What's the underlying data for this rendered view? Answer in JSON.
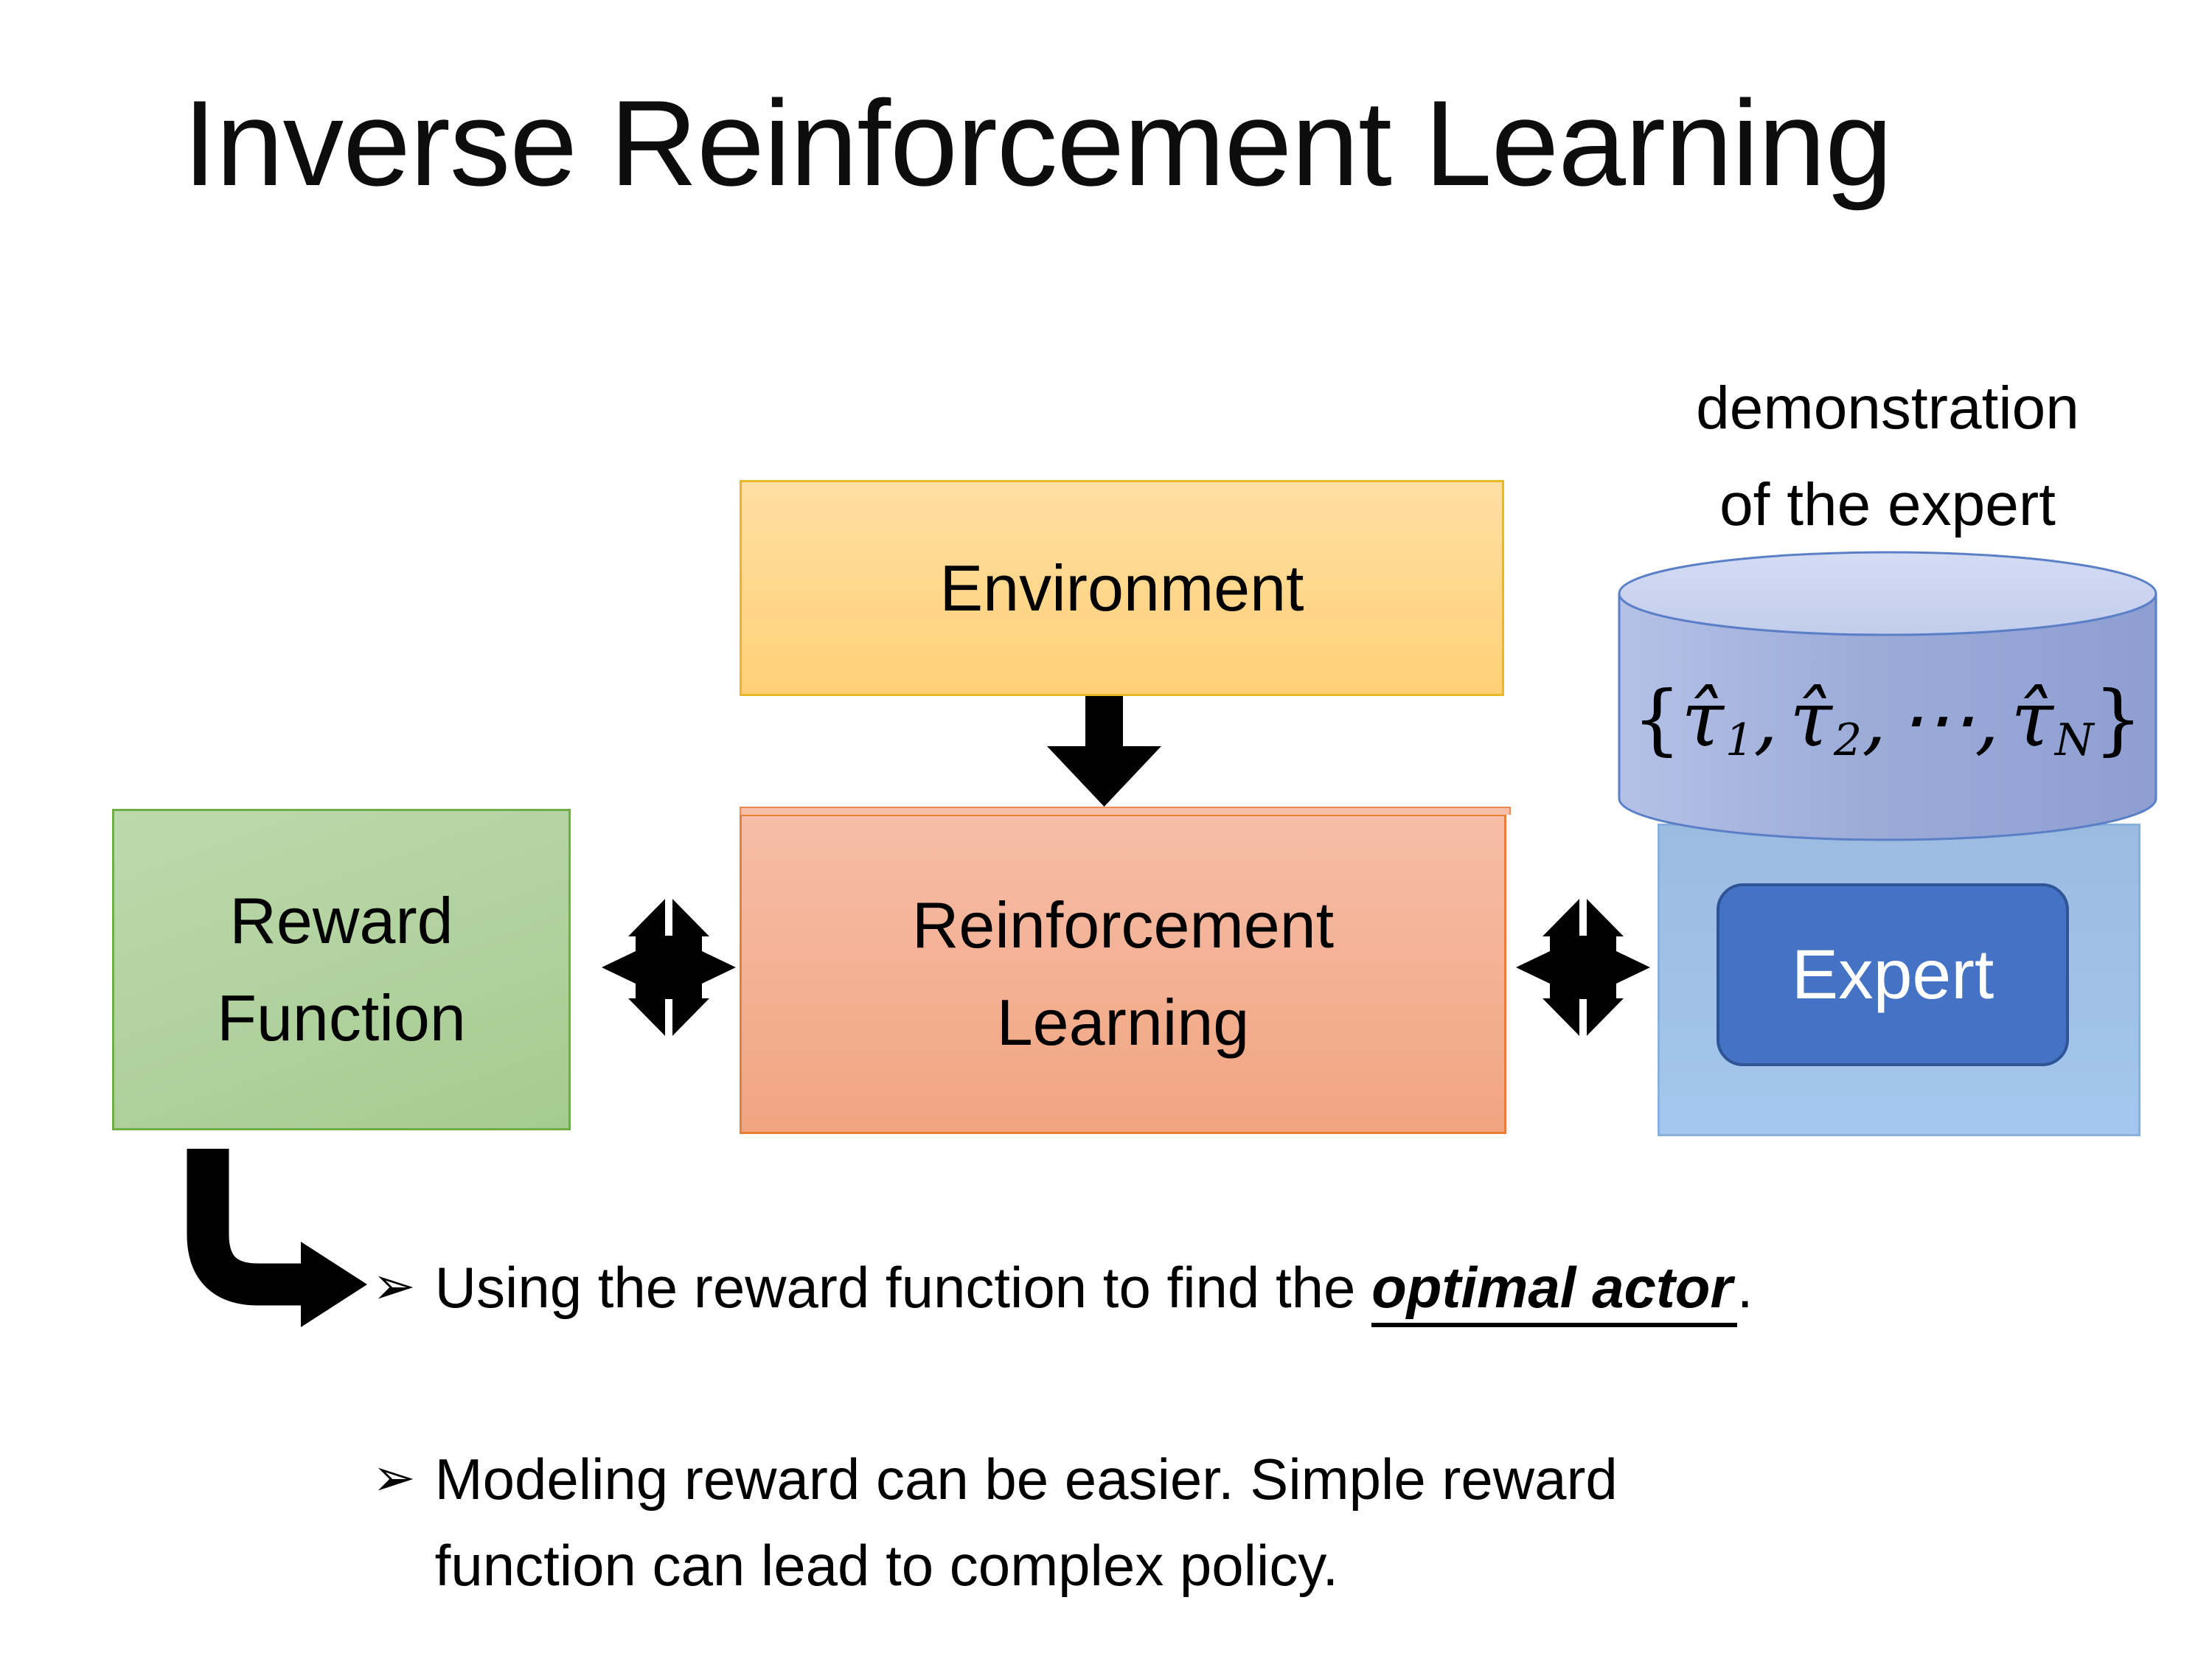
{
  "title": "Inverse Reinforcement Learning",
  "annotation": {
    "line1": "demonstration",
    "line2": "of the expert"
  },
  "boxes": {
    "environment": {
      "label": "Environment"
    },
    "reward": {
      "line1": "Reward",
      "line2": "Function"
    },
    "rl": {
      "line1": "Reinforcement",
      "line2": "Learning"
    },
    "expert": {
      "label": "Expert"
    }
  },
  "formula": {
    "open": "{",
    "tau1": "τ̂",
    "sub1": "1",
    "sep1": ",",
    "tau2": "τ̂",
    "sub2": "2",
    "sep2": ",",
    "dots": "⋯",
    "sep3": ",",
    "tauN": "τ̂",
    "subN": "N",
    "close": "}"
  },
  "bullets": {
    "marker": "➢",
    "item1": {
      "pre": "Using the reward function to find the ",
      "em": "optimal actor",
      "post": "."
    },
    "item2": {
      "text": "Modeling reward can be easier. Simple reward function can lead to complex policy."
    }
  },
  "palette": {
    "environment_fill": "#FFD077",
    "environment_border": "#E9B825",
    "rl_fill": "#F1A581",
    "rl_border": "#ED7D31",
    "reward_fill": "#A6CB91",
    "reward_border": "#6FAD47",
    "expert_panel_fill": "#A3C7EE",
    "expert_button_fill": "#4472C4",
    "expert_button_border": "#2F5597",
    "cylinder_fill": "#9CACD9",
    "cylinder_stroke": "#5B7FC7",
    "arrow_color": "#000000"
  }
}
